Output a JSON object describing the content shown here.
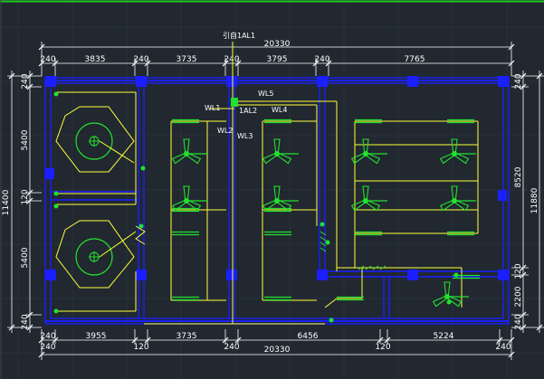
{
  "colors": {
    "background": "#212830",
    "grid": "#2d3640",
    "dimension": "#ffffff",
    "wall": "#1a1fff",
    "wiring": "#ffff3a",
    "fixture": "#22e22e",
    "accent_line": "#22cc22"
  },
  "top_dims": {
    "overall": "20330",
    "segments": [
      "240",
      "3835",
      "240",
      "3735",
      "240",
      "3795",
      "240",
      "7765"
    ]
  },
  "bottom_dims": {
    "overall": "20330",
    "segments": [
      "240",
      "3955",
      "120",
      "3735",
      "240",
      "6456",
      "120",
      "5224",
      "240"
    ]
  },
  "left_dims": {
    "overall": "11400",
    "segments": [
      "240",
      "5400",
      "120",
      "5400",
      "240"
    ]
  },
  "right_dims": {
    "overall": "11880",
    "segments": [
      "240",
      "8520",
      "120",
      "2200",
      "240"
    ]
  },
  "circuit_labels": {
    "source": "引自1AL1",
    "panel": "1AL2",
    "wl1": "WL1",
    "wl2": "WL2",
    "wl3": "WL3",
    "wl4": "WL4",
    "wl5": "WL5"
  },
  "icons": {
    "ceiling_fan": "ceiling-fan-icon",
    "ceiling_lamp": "ceiling-lamp-icon",
    "fluorescent": "fluorescent-lamp-icon",
    "switch": "switch-icon"
  }
}
